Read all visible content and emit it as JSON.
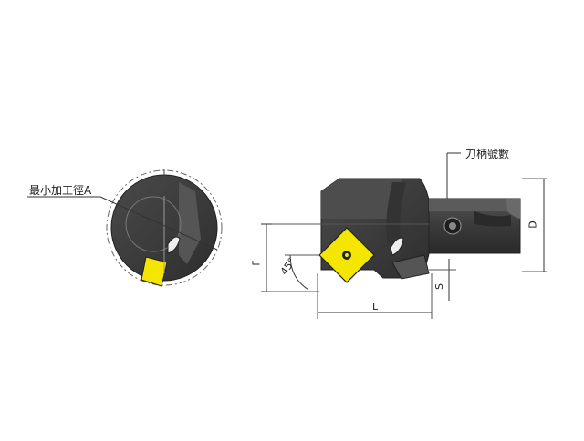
{
  "labels": {
    "min_bore": "最小加工徑A",
    "shank_code": "刀柄號數",
    "dim_F": "F",
    "dim_angle": "45°",
    "dim_L": "L",
    "dim_S": "S",
    "dim_D": "D"
  },
  "colors": {
    "body": "#3f3f3f",
    "body_dark": "#2b2b2b",
    "insert": "#f5e600",
    "line": "#333333"
  }
}
